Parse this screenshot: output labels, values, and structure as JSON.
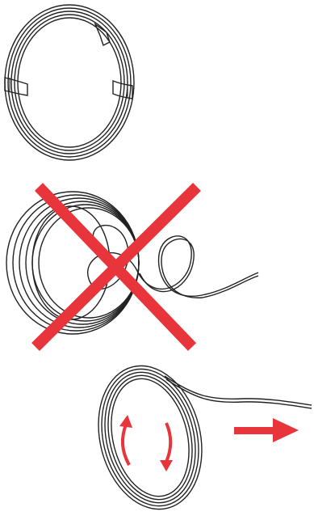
{
  "figure": {
    "panels": [
      {
        "id": "neat-coil",
        "depicts": "coiled-wire-with-ties"
      },
      {
        "id": "wrong-method",
        "depicts": "wire-pulled-from-flat-coil",
        "marker": "x-mark"
      },
      {
        "id": "right-method",
        "depicts": "wire-unrolled-from-coil",
        "markers": [
          "rotation-arrows",
          "direction-arrow"
        ]
      }
    ]
  },
  "colors": {
    "wire": "#222222",
    "accent": "#e8353b",
    "background": "#ffffff"
  }
}
